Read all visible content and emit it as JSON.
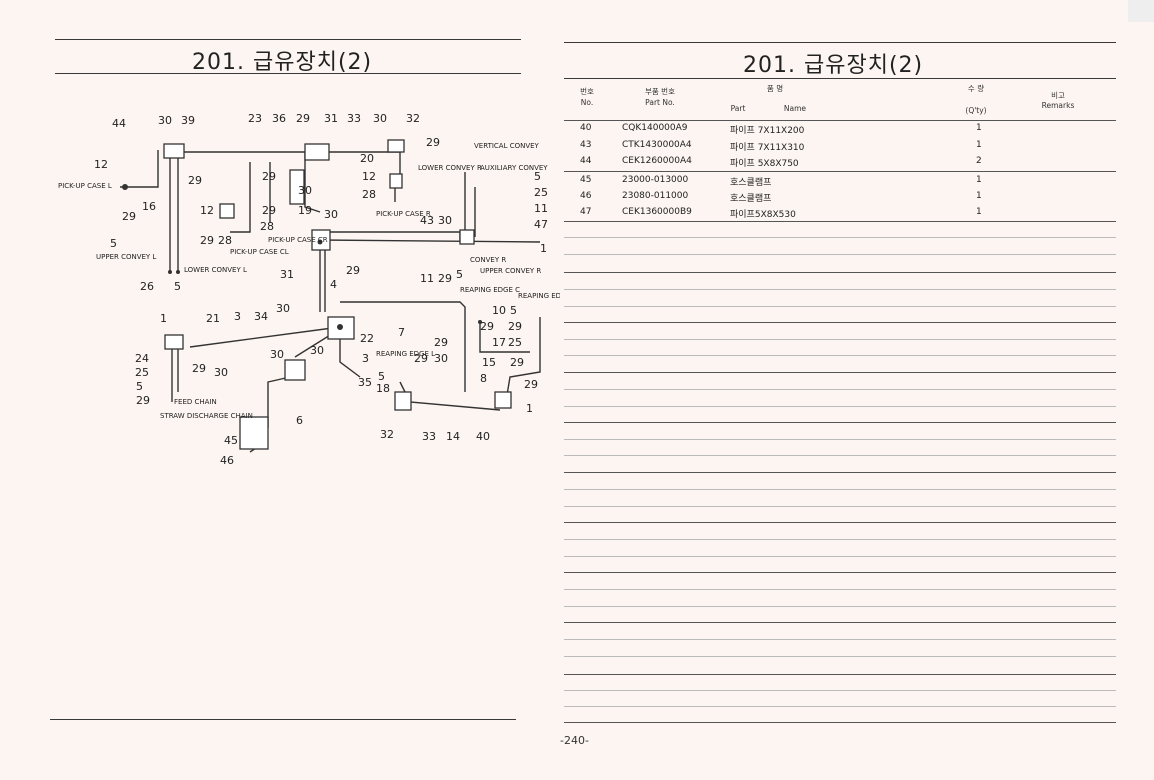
{
  "left_page": {
    "title": "201. 급유장치(2)",
    "diagram": {
      "callouts": [
        "44",
        "30",
        "39",
        "23",
        "36",
        "29",
        "31",
        "33",
        "30",
        "32",
        "29",
        "12",
        "29",
        "20",
        "12",
        "28",
        "16",
        "12",
        "29",
        "28",
        "29",
        "29",
        "30",
        "19",
        "30",
        "5",
        "29",
        "28",
        "26",
        "5",
        "31",
        "4",
        "29",
        "43",
        "30",
        "11",
        "29",
        "5",
        "1",
        "47",
        "5",
        "25",
        "11",
        "1",
        "21",
        "3",
        "34",
        "30",
        "7",
        "10",
        "5",
        "29",
        "29",
        "29",
        "17",
        "25",
        "22",
        "24",
        "30",
        "30",
        "3",
        "29",
        "30",
        "15",
        "29",
        "25",
        "29",
        "30",
        "35",
        "5",
        "18",
        "8",
        "29",
        "5",
        "29",
        "6",
        "1",
        "45",
        "32",
        "33",
        "14",
        "40",
        "46"
      ],
      "labels": {
        "pickup_case_l": "PICK-UP CASE L",
        "upper_convey_l": "UPPER CONVEY L",
        "lower_convey_l": "LOWER CONVEY L",
        "pickup_case_cl": "PICK-UP CASE CL",
        "pickup_case_cr": "PICK-UP CASE CR",
        "pickup_case_r": "PICK-UP CASE R",
        "lower_convey_r": "LOWER CONVEY R",
        "vertical_convey": "VERTICAL CONVEY",
        "auxiliary_convey": "AUXILIARY CONVEY",
        "convey_r": "CONVEY R",
        "upper_convey_r": "UPPER CONVEY R",
        "reaping_edge_c": "REAPING EDGE C",
        "reaping_edge_r": "REAPING EDGE R",
        "reaping_edge_l": "REAPING EDGE L",
        "feed_chain": "FEED CHAIN",
        "straw_discharge_chain": "STRAW DISCHARGE CHAIN"
      }
    }
  },
  "right_page": {
    "title": "201. 급유장치(2)",
    "headers": {
      "no_kr": "번호",
      "no_en": "No.",
      "part_no_kr": "부품 번호",
      "part_no_en": "Part  No.",
      "name_kr": "품          명",
      "part_en": "Part",
      "name_en": "Name",
      "qty_kr": "수  량",
      "qty_en": "(Q'ty)",
      "remarks_kr": "비고",
      "remarks_en": "Remarks"
    },
    "rows": [
      {
        "no": "40",
        "part_no": "CQK140000A9",
        "name": "파이프 7X11X200",
        "qty": "1"
      },
      {
        "no": "43",
        "part_no": "CTK1430000A4",
        "name": "파이프 7X11X310",
        "qty": "1"
      },
      {
        "no": "44",
        "part_no": "CEK1260000A4",
        "name": "파이프 5X8X750",
        "qty": "2"
      },
      {
        "no": "45",
        "part_no": "23000-013000",
        "name": "호스클램프",
        "qty": "1"
      },
      {
        "no": "46",
        "part_no": "23080-011000",
        "name": "호스클램프",
        "qty": "1"
      },
      {
        "no": "47",
        "part_no": "CEK1360000B9",
        "name": "파이프5X8X530",
        "qty": "1"
      }
    ],
    "page_number": "-240-"
  }
}
